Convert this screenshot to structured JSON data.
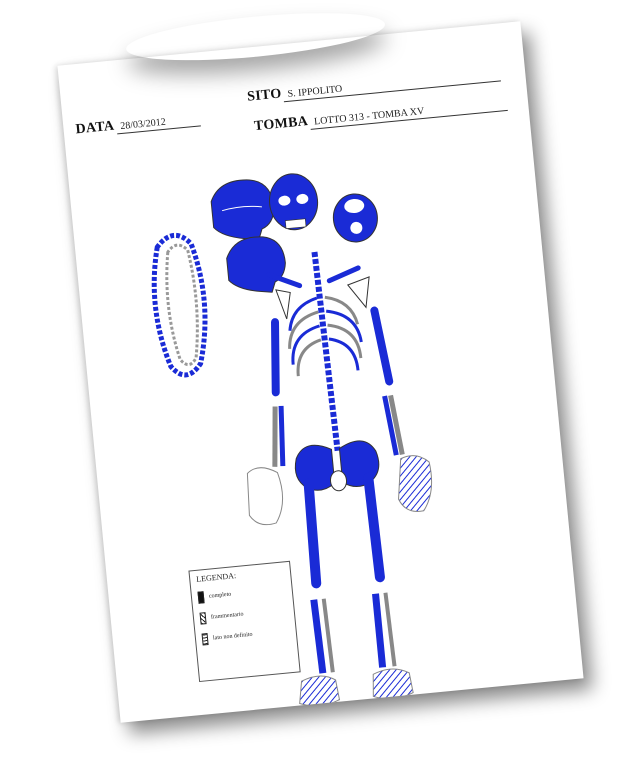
{
  "form": {
    "data_label": "DATA",
    "data_value": "28/03/2012",
    "sito_label": "SITO",
    "sito_value": "S. IPPOLITO",
    "tomba_label": "TOMBA",
    "tomba_value": "LOTTO 313 - TOMBA XV"
  },
  "legend": {
    "title": "LEGENDA:",
    "items": [
      {
        "label": "completo",
        "icon": "solid-swatch"
      },
      {
        "label": "frammentario",
        "icon": "hatched-swatch"
      },
      {
        "label": "lato non definito",
        "icon": "lined-swatch"
      }
    ]
  },
  "colors": {
    "bone_present": "#1a2bd6",
    "bone_outline": "#333333",
    "paper": "#ffffff"
  }
}
